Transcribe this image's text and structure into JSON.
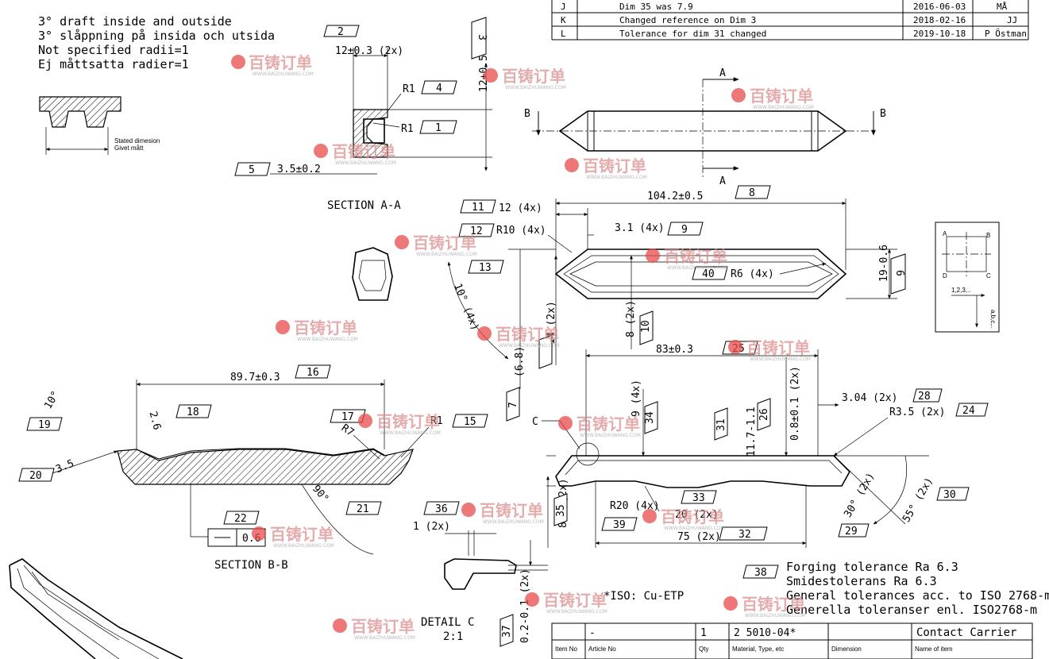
{
  "notes": {
    "line1": "3° draft inside and outside",
    "line2": "3° slåppning på insida och utsida",
    "line3": "Not specified radii=1",
    "line4": "Ej måttsatta radier=1",
    "stated_dim_1": "Stated dimesion",
    "stated_dim_2": "Givet mått"
  },
  "revisions": [
    {
      "rev": "J",
      "text": "Dim 35 was 7.9",
      "date": "2016-06-03",
      "sign": "MÅ"
    },
    {
      "rev": "K",
      "text": "Changed reference on Dim 3",
      "date": "2018-02-16",
      "sign": "JJ"
    },
    {
      "rev": "L",
      "text": "Tolerance for dim 31 changed",
      "date": "2019-10-18",
      "sign": "P Östman"
    }
  ],
  "section_aa": {
    "title": "SECTION A-A",
    "dims": {
      "d12": "12±0.3 (2x)",
      "r1a": "R1",
      "r1b": "R1",
      "d35": "3.5±0.2",
      "d12v": "12+0.5"
    },
    "tags": {
      "t2": "2",
      "t3": "3",
      "t4": "4",
      "t1": "1",
      "t5": "5"
    }
  },
  "top_view": {
    "labels": {
      "a_top": "A",
      "a_bot": "A",
      "b_left": "B",
      "b_right": "B"
    }
  },
  "front_view": {
    "dims": {
      "d104": "104.2±0.5",
      "d12x4": "12 (4x)",
      "r10": "R10 (4x)",
      "d31": "3.1 (4x)",
      "r6": "R6 (4x)",
      "d19": "19-0.6",
      "d8": "8 (2x)",
      "d68": "(6.8)",
      "d14": "14 (2x)",
      "ang": "10° (4x)"
    },
    "tags": {
      "t8": "8",
      "t11": "11",
      "t12": "12",
      "t9": "9",
      "t13": "13",
      "t40": "40",
      "t6": "6",
      "t10": "10",
      "t7": "7"
    }
  },
  "section_bb": {
    "title": "SECTION B-B",
    "dims": {
      "d897": "89.7±0.3",
      "d26": "2.6",
      "r1": "R1",
      "r7": "R7",
      "d35": "3.5",
      "a10": "10°",
      "a90": "90°",
      "tol": "0.6"
    },
    "tags": {
      "t16": "16",
      "t18": "18",
      "t17": "17",
      "t15": "15",
      "t19": "19",
      "t20": "20",
      "t21": "21",
      "t22": "22"
    }
  },
  "side_view": {
    "dims": {
      "d83": "83±0.3",
      "d304": "3.04 (2x)",
      "r35": "R3.5 (2x)",
      "d9": "9 (4x)",
      "d117": "11.7-1.1",
      "d08": "0.8±0.1 (2x)",
      "d83v": "8.3 (2x)",
      "r20": "R20 (4x)",
      "d20": "20 (2x)",
      "d75": "75 (2x)",
      "a30": "30° (2x)",
      "a55": "55° (2x)",
      "c": "C"
    },
    "tags": {
      "t25": "25",
      "t28": "28",
      "t24": "24",
      "t34": "34",
      "t31": "31",
      "t26": "26",
      "t35": "35",
      "t33": "33",
      "t39": "39",
      "t32": "32",
      "t29": "29",
      "t30": "30"
    }
  },
  "detail_c": {
    "title": "DETAIL C",
    "scale": "2:1",
    "dims": {
      "d1": "1 (2x)",
      "d02": "0.2-0.1 (2x)"
    },
    "tags": {
      "t36": "36",
      "t37": "37"
    }
  },
  "material_note": "*ISO: Cu-ETP",
  "general_notes": {
    "tag": "38",
    "line1": "Forging tolerance Ra 6.3",
    "line2": "Smidestolerans Ra 6.3",
    "line3": "General tolerances acc. to ISO 2768-m",
    "line4": "Generella toleranser enl.  ISO2768-m"
  },
  "title_block": {
    "item_dash": "-",
    "qty": "1",
    "material": "2 5010-04*",
    "name": "Contact Carrier",
    "h_item": "Item No",
    "h_article": "Article No",
    "h_qty": "Qty",
    "h_mat": "Material, Type, etc",
    "h_dim": "Dimension",
    "h_name": "Name of item"
  },
  "grid_legend": {
    "a": "A",
    "b": "B",
    "c": "C",
    "d": "D",
    "nums": "1,2,3,..",
    "letters": "a,b,c,.."
  },
  "watermark": {
    "brand": "百铸订单",
    "url": "WWW.BAIZHUWANG.COM"
  }
}
